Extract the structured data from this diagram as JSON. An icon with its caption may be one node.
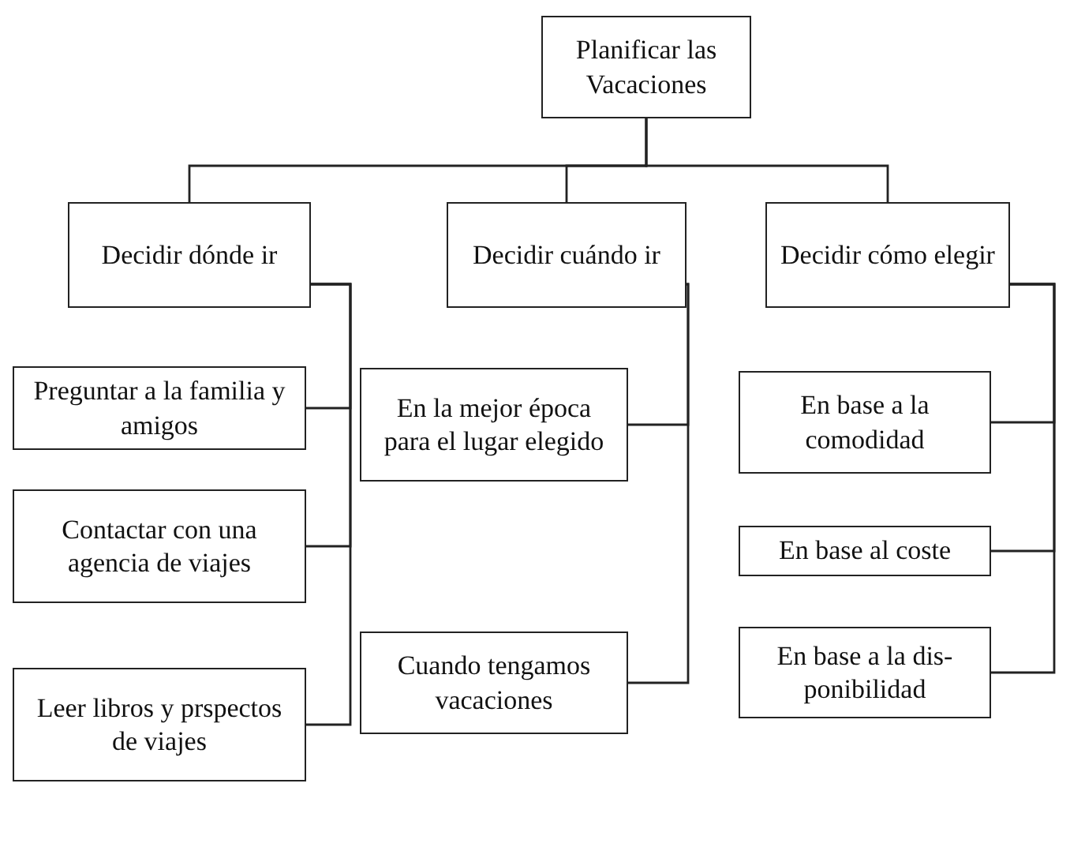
{
  "diagram": {
    "nodes": [
      {
        "text": [
          "Planificar las Vacaciones"
        ]
      },
      {
        "text": [
          "Decidir dónde ir"
        ]
      },
      {
        "text": [
          "Decidir cuándo ir"
        ]
      },
      {
        "text": [
          "Decidir cómo elegir"
        ]
      },
      {
        "text": [
          "Preguntar a la familia y amigos"
        ]
      },
      {
        "text": [
          "Contactar con una agencia de viajes"
        ]
      },
      {
        "text": [
          "Leer libros y prspectos de viajes"
        ]
      },
      {
        "text": [
          "En la mejor época para el lugar elegido"
        ]
      },
      {
        "text": [
          "Cuando tengamos vacaciones"
        ]
      },
      {
        "text": [
          "En base a la comodidad"
        ]
      },
      {
        "text": [
          "En base al coste"
        ]
      },
      {
        "text": [
          "En base a la dis- ponibilidad"
        ]
      }
    ],
    "edges": [
      {
        "from": 0,
        "to": 1,
        "arrow": "none"
      },
      {
        "from": 0,
        "to": 2,
        "arrow": "none"
      },
      {
        "from": 0,
        "to": 3,
        "arrow": "none"
      },
      {
        "from": 1,
        "to": 4,
        "arrow": "none"
      },
      {
        "from": 1,
        "to": 5,
        "arrow": "none"
      },
      {
        "from": 1,
        "to": 6,
        "arrow": "none"
      },
      {
        "from": 2,
        "to": 7,
        "arrow": "none"
      },
      {
        "from": 2,
        "to": 8,
        "arrow": "none"
      },
      {
        "from": 3,
        "to": 9,
        "arrow": "none"
      },
      {
        "from": 3,
        "to": 10,
        "arrow": "none"
      },
      {
        "from": 3,
        "to": 11,
        "arrow": "none"
      }
    ]
  }
}
